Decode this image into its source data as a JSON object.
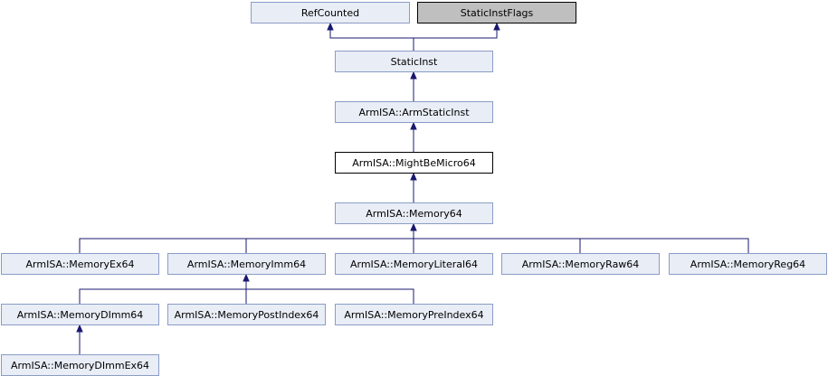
{
  "colors": {
    "node_fill": "#e8edf6",
    "node_border": "#8b9cc6",
    "grey_node_fill": "#bfbfbf",
    "current_node_fill": "#ffffff",
    "edge": "#191970"
  },
  "nodes": {
    "refcounted": "RefCounted",
    "staticinstflags": "StaticInstFlags",
    "staticinst": "StaticInst",
    "armstaticinst": "ArmISA::ArmStaticInst",
    "mightbemicro64": "ArmISA::MightBeMicro64",
    "memory64": "ArmISA::Memory64",
    "memoryex64": "ArmISA::MemoryEx64",
    "memoryimm64": "ArmISA::MemoryImm64",
    "memoryliteral64": "ArmISA::MemoryLiteral64",
    "memoryraw64": "ArmISA::MemoryRaw64",
    "memoryreg64": "ArmISA::MemoryReg64",
    "memorydimm64": "ArmISA::MemoryDImm64",
    "memorypostindex64": "ArmISA::MemoryPostIndex64",
    "memorypreindex64": "ArmISA::MemoryPreIndex64",
    "memorydimmex64": "ArmISA::MemoryDImmEx64"
  }
}
